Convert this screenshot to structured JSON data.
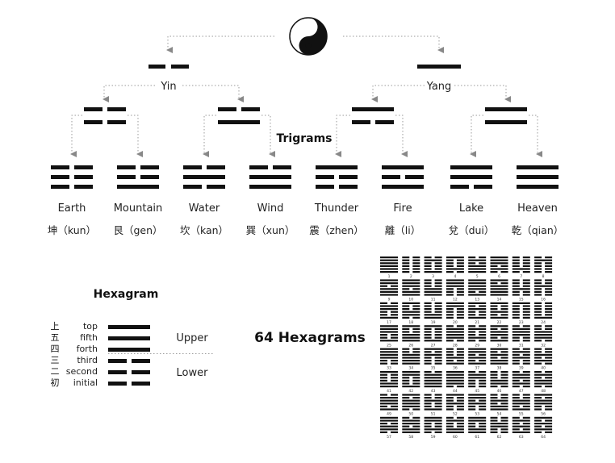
{
  "tree": {
    "yin_label": "Yin",
    "yang_label": "Yang",
    "trigrams_title": "Trigrams"
  },
  "trigrams": [
    {
      "name": "Earth",
      "chinese": "坤（kun）",
      "lines": [
        0,
        0,
        0
      ]
    },
    {
      "name": "Mountain",
      "chinese": "艮（gen）",
      "lines": [
        1,
        0,
        0
      ]
    },
    {
      "name": "Water",
      "chinese": "坎（kan）",
      "lines": [
        0,
        1,
        0
      ]
    },
    {
      "name": "Wind",
      "chinese": "巽（xun）",
      "lines": [
        1,
        1,
        0
      ]
    },
    {
      "name": "Thunder",
      "chinese": "震（zhen）",
      "lines": [
        0,
        0,
        1
      ]
    },
    {
      "name": "Fire",
      "chinese": "離（li）",
      "lines": [
        1,
        0,
        1
      ]
    },
    {
      "name": "Lake",
      "chinese": "兌（dui）",
      "lines": [
        0,
        1,
        1
      ]
    },
    {
      "name": "Heaven",
      "chinese": "乾（qian）",
      "lines": [
        1,
        1,
        1
      ]
    }
  ],
  "level2": [
    {
      "lines": [
        0,
        0
      ]
    },
    {
      "lines": [
        1,
        0
      ]
    },
    {
      "lines": [
        0,
        1
      ]
    },
    {
      "lines": [
        1,
        1
      ]
    }
  ],
  "hexagram": {
    "title": "Hexagram",
    "upper_label": "Upper",
    "lower_label": "Lower",
    "lines": [
      {
        "cn": "上",
        "label": "top",
        "yang": 1
      },
      {
        "cn": "五",
        "label": "fifth",
        "yang": 1
      },
      {
        "cn": "四",
        "label": "forth",
        "yang": 1
      },
      {
        "cn": "三",
        "label": "third",
        "yang": 0
      },
      {
        "cn": "二",
        "label": "second",
        "yang": 0
      },
      {
        "cn": "初",
        "label": "initial",
        "yang": 0
      }
    ]
  },
  "grid": {
    "title": "64 Hexagrams",
    "numbers": [
      "1",
      "2",
      "3",
      "4",
      "5",
      "6",
      "7",
      "8",
      "9",
      "10",
      "11",
      "12",
      "13",
      "14",
      "15",
      "16",
      "17",
      "18",
      "19",
      "20",
      "21",
      "22",
      "23",
      "24",
      "25",
      "26",
      "27",
      "28",
      "29",
      "30",
      "31",
      "32",
      "33",
      "34",
      "35",
      "36",
      "37",
      "38",
      "39",
      "40",
      "41",
      "42",
      "43",
      "44",
      "45",
      "46",
      "47",
      "48",
      "49",
      "50",
      "51",
      "52",
      "53",
      "54",
      "55",
      "56",
      "57",
      "58",
      "59",
      "60",
      "61",
      "62",
      "63",
      "64"
    ]
  },
  "colors": {
    "ink": "#111111",
    "arrow": "#888888"
  }
}
